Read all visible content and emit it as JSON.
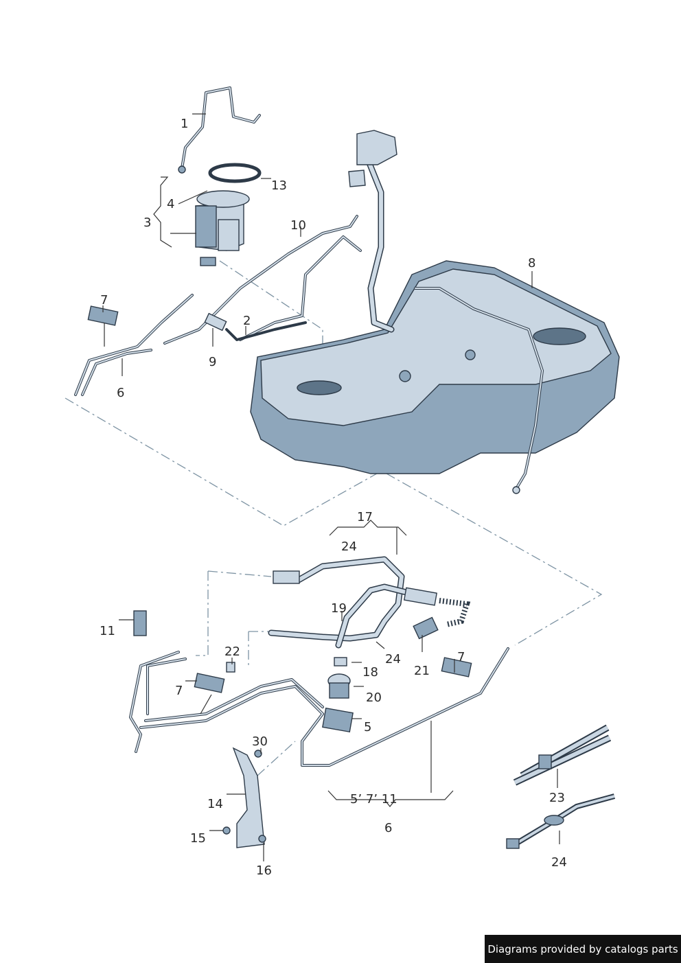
{
  "callouts": {
    "c1": "1",
    "c2": "2",
    "c3": "3",
    "c4": "4",
    "c5": "5",
    "c6_top": "6",
    "c6_bottom": "6",
    "c7_top": "7",
    "c7_mid": "7",
    "c7_right": "7",
    "c8": "8",
    "c9": "9",
    "c10": "10",
    "c11": "11",
    "c13": "13",
    "c14": "14",
    "c15": "15",
    "c16": "16",
    "c17": "17",
    "c18": "18",
    "c19": "19",
    "c20": "20",
    "c21": "21",
    "c22": "22",
    "c23": "23",
    "c24_a": "24",
    "c24_b": "24",
    "c24_c": "24",
    "c30": "30",
    "c6_group": "5’ 7’ 11"
  },
  "footer": {
    "text": "Diagrams provided by catalogs parts"
  },
  "colors": {
    "part_fill": "#c9d6e2",
    "part_dark": "#8ea6bb",
    "outline": "#2d3a48",
    "dash_line": "#7d93a3"
  }
}
